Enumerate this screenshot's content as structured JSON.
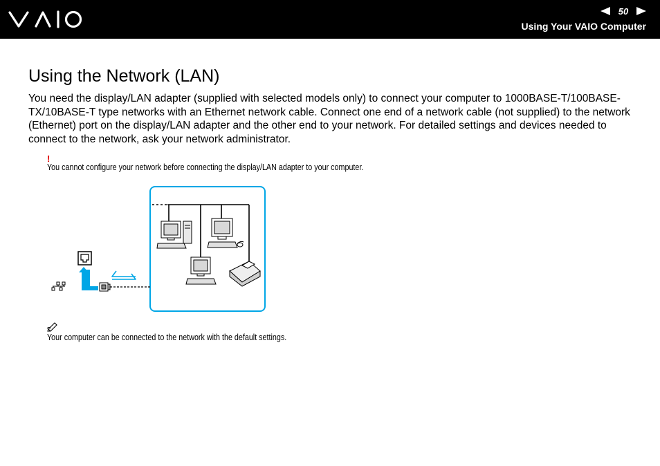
{
  "header": {
    "brand": "VAIO",
    "page_number": "50",
    "section_title": "Using Your VAIO Computer",
    "colors": {
      "background": "#000000",
      "text": "#ffffff"
    }
  },
  "main": {
    "title": "Using the Network (LAN)",
    "intro": "You need the display/LAN adapter (supplied with selected models only) to connect your computer to 1000BASE-T/100BASE-TX/10BASE-T type networks with an Ethernet network cable. Connect one end of a network cable (not supplied) to the network (Ethernet) port on the display/LAN adapter and the other end to your network. For detailed settings and devices needed to connect to the network, ask your network administrator.",
    "warning": {
      "mark": "!",
      "text": "You cannot configure your network before connecting the display/LAN adapter to your computer.",
      "color": "#e00000"
    },
    "note": {
      "icon": "pencil-note-icon",
      "text": "Your computer can be connected to the network with the default settings."
    },
    "diagram": {
      "icons": [
        "ethernet-port-icon",
        "network-symbol-icon",
        "adapter-plug-icon",
        "desktop-computer-icon",
        "printer-icon"
      ],
      "accent_color": "#00a6e6"
    }
  }
}
